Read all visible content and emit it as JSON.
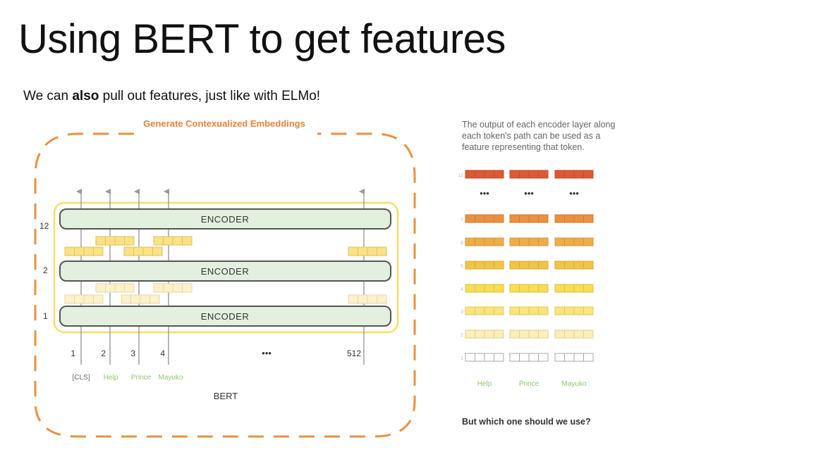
{
  "slide": {
    "title": "Using BERT to get features",
    "subtitle_pre": "We can ",
    "subtitle_bold": "also",
    "subtitle_post": " pull out features, just like with ELMo!"
  },
  "left_diagram": {
    "dashed_title": "Generate Contexualized Embeddings",
    "encoder_label": "ENCODER",
    "layer_labels": [
      "12",
      "2",
      "1"
    ],
    "positions": [
      "1",
      "2",
      "3",
      "4",
      "512"
    ],
    "ellipsis": "•••",
    "tokens": [
      "[CLS]",
      "Help",
      "Prince",
      "Mayuko"
    ],
    "model_label": "BERT"
  },
  "right_diagram": {
    "description": [
      "The output of each encoder layer along",
      "each token's path can be used as a",
      "feature representing that token."
    ],
    "layer_numbers": [
      "12",
      "7",
      "6",
      "5",
      "4",
      "3",
      "2",
      "1"
    ],
    "ellipsis": "•••",
    "tokens": [
      "Help",
      "Prince",
      "Mayuko"
    ],
    "question": "But which one should we use?"
  },
  "colors": {
    "dashed_orange": "#e8913f",
    "title_orange": "#e8823a",
    "encoder_fill": "#e3f0df",
    "highlight_yellow": "#f7de68",
    "token_green": "#8cc96a",
    "layer12": "#d95a33",
    "layer7": "#e8923f",
    "layer6": "#edae48",
    "layer5": "#f1c446",
    "layer4": "#f6dd52",
    "layer3": "#f8e57c",
    "layer2": "#fbefb8",
    "layer1": "#ffffff"
  }
}
